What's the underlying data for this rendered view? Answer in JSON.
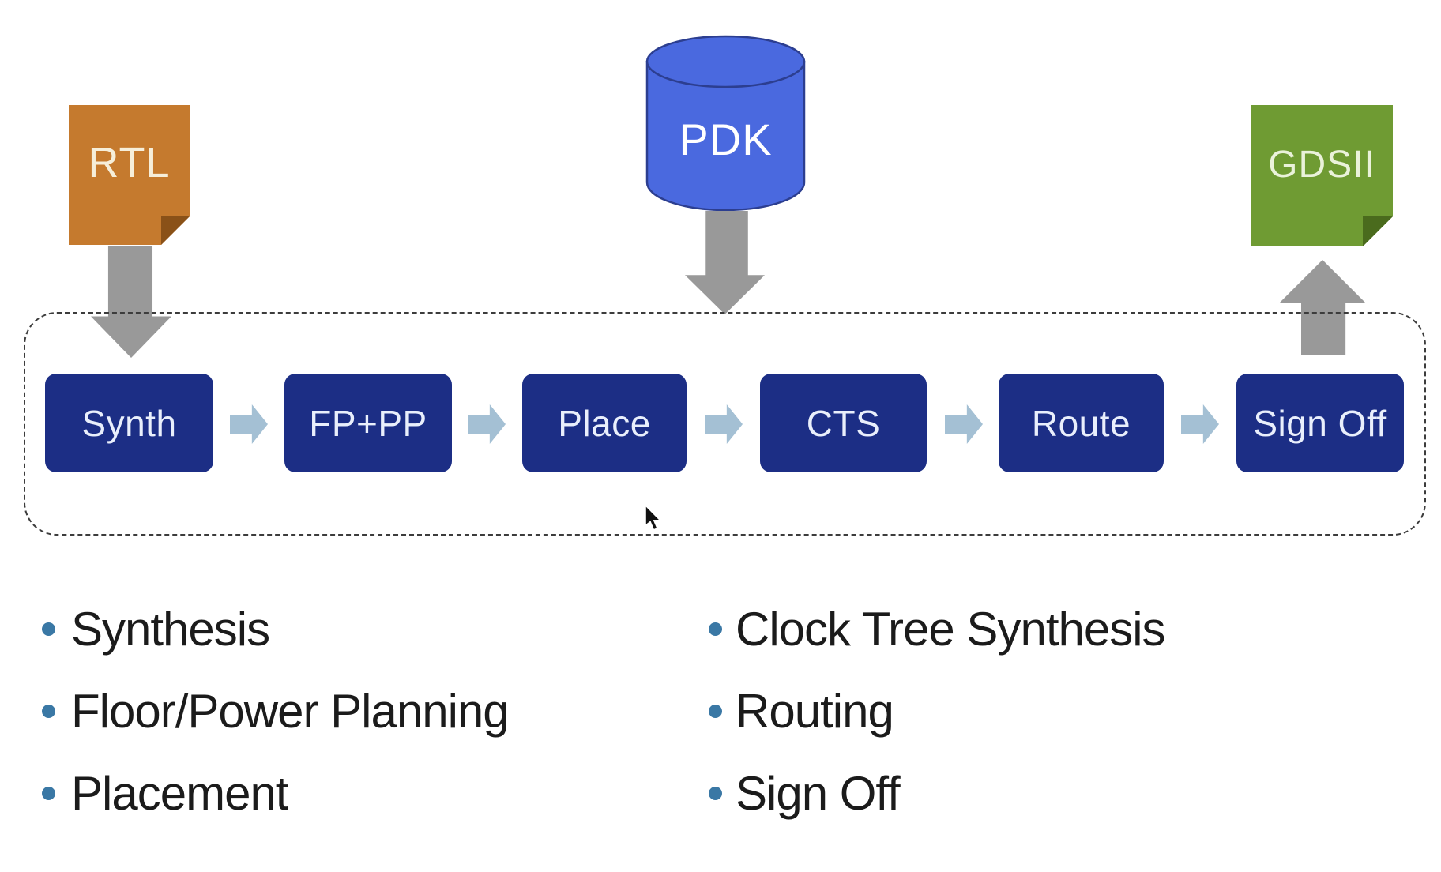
{
  "inputs": {
    "rtl": {
      "label": "RTL"
    },
    "pdk": {
      "label": "PDK"
    },
    "gdsii": {
      "label": "GDSII"
    }
  },
  "flow": {
    "steps": [
      {
        "label": "Synth"
      },
      {
        "label": "FP+PP"
      },
      {
        "label": "Place"
      },
      {
        "label": "CTS"
      },
      {
        "label": "Route"
      },
      {
        "label": "Sign Off"
      }
    ]
  },
  "bullets": {
    "left": [
      "Synthesis",
      "Floor/Power Planning",
      "Placement"
    ],
    "right": [
      "Clock Tree Synthesis",
      "Routing",
      "Sign Off"
    ]
  },
  "icons": {
    "pdk_shape": "database-cylinder",
    "rtl_shape": "sticky-note",
    "gdsii_shape": "sticky-note",
    "cursor": "arrow-cursor"
  },
  "colors": {
    "step_box": "#1c2e85",
    "step_text": "#e9effc",
    "rtl_note": "#c57a2e",
    "gdsii_note": "#6f9b33",
    "pdk_cylinder": "#4a69df",
    "gray_arrow": "#999999",
    "connector_arrow": "#a4c0d4",
    "bullet_dot": "#3a78a5",
    "body_text": "#1b1b1b"
  }
}
